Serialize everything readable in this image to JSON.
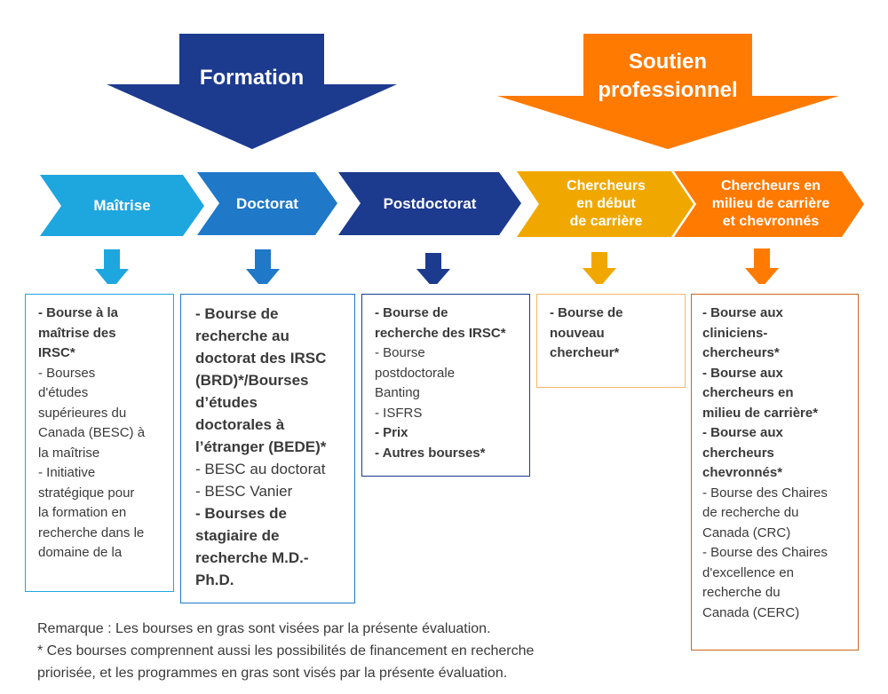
{
  "colors": {
    "formation": "#1c3a8e",
    "soutien": "#ff7a00",
    "maitrise": "#1ea6df",
    "doctorat": "#1f78c8",
    "postdoctorat": "#1c3a8e",
    "debut": "#f0a800",
    "milieu": "#ff7a00"
  },
  "headers": {
    "formation": "Formation",
    "soutien_line1": "Soutien",
    "soutien_line2": "professionnel"
  },
  "stages": [
    {
      "key": "maitrise",
      "label": "Maîtrise"
    },
    {
      "key": "doctorat",
      "label": "Doctorat"
    },
    {
      "key": "postdoctorat",
      "label": "Postdoctorat"
    },
    {
      "key": "debut",
      "label_lines": [
        "Chercheurs",
        "en début",
        "de carrière"
      ]
    },
    {
      "key": "milieu",
      "label_lines": [
        "Chercheurs en",
        "milieu de carrière",
        "et chevronnés"
      ]
    }
  ],
  "boxes": {
    "maitrise": [
      {
        "text": "- Bourse à la",
        "bold": true
      },
      {
        "text": "maîtrise des",
        "bold": true
      },
      {
        "text": "IRSC*",
        "bold": true
      },
      {
        "text": "- Bourses",
        "bold": false
      },
      {
        "text": "d'études",
        "bold": false
      },
      {
        "text": "supérieures du",
        "bold": false
      },
      {
        "text": "Canada (BESC) à",
        "bold": false
      },
      {
        "text": "la maîtrise",
        "bold": false
      },
      {
        "text": "- Initiative",
        "bold": false
      },
      {
        "text": "stratégique pour",
        "bold": false
      },
      {
        "text": "la formation en",
        "bold": false
      },
      {
        "text": "recherche dans le",
        "bold": false
      },
      {
        "text": "domaine de la",
        "bold": false
      }
    ],
    "doctorat": [
      {
        "text": "- Bourse de",
        "bold": true
      },
      {
        "text": "recherche au",
        "bold": true
      },
      {
        "text": "doctorat des IRSC",
        "bold": true
      },
      {
        "text": "(BRD)*/Bourses",
        "bold": true
      },
      {
        "text": "d’études",
        "bold": true
      },
      {
        "text": "doctorales à",
        "bold": true
      },
      {
        "text": "l’étranger (BEDE)*",
        "bold": true
      },
      {
        "text": "- BESC au doctorat",
        "bold": false
      },
      {
        "text": "- BESC Vanier",
        "bold": false
      },
      {
        "text": "- Bourses de",
        "bold": true
      },
      {
        "text": "stagiaire de",
        "bold": true
      },
      {
        "text": "recherche M.D.-",
        "bold": true
      },
      {
        "text": "Ph.D.",
        "bold": true
      }
    ],
    "postdoctorat": [
      {
        "text": "- Bourse de",
        "bold": true
      },
      {
        "text": "recherche des IRSC*",
        "bold": true
      },
      {
        "text": "- Bourse",
        "bold": false
      },
      {
        "text": "postdoctorale",
        "bold": false
      },
      {
        "text": "Banting",
        "bold": false
      },
      {
        "text": "- ISFRS",
        "bold": false
      },
      {
        "text": "- Prix",
        "bold": true
      },
      {
        "text": "- Autres bourses*",
        "bold": true
      }
    ],
    "debut": [
      {
        "text": "- Bourse de",
        "bold": true
      },
      {
        "text": "nouveau",
        "bold": true
      },
      {
        "text": "chercheur*",
        "bold": true
      }
    ],
    "milieu": [
      {
        "text": "- Bourse aux",
        "bold": true
      },
      {
        "text": "cliniciens-",
        "bold": true
      },
      {
        "text": "chercheurs*",
        "bold": true
      },
      {
        "text": "- Bourse aux",
        "bold": true
      },
      {
        "text": "chercheurs en",
        "bold": true
      },
      {
        "text": "milieu de carrière*",
        "bold": true
      },
      {
        "text": "- Bourse aux",
        "bold": true
      },
      {
        "text": "chercheurs",
        "bold": true
      },
      {
        "text": "chevronnés*",
        "bold": true
      },
      {
        "text": "- Bourse des Chaires",
        "bold": false
      },
      {
        "text": "de recherche du",
        "bold": false
      },
      {
        "text": "Canada (CRC)",
        "bold": false
      },
      {
        "text": "- Bourse des Chaires",
        "bold": false
      },
      {
        "text": "d'excellence en",
        "bold": false
      },
      {
        "text": "recherche du",
        "bold": false
      },
      {
        "text": "Canada (CERC)",
        "bold": false
      }
    ]
  },
  "notes": [
    "Remarque : Les bourses en gras sont visées par la présente évaluation.",
    "* Ces bourses comprennent aussi les possibilités de financement en recherche",
    "priorisée, et les programmes en gras sont visés par la présente évaluation."
  ]
}
